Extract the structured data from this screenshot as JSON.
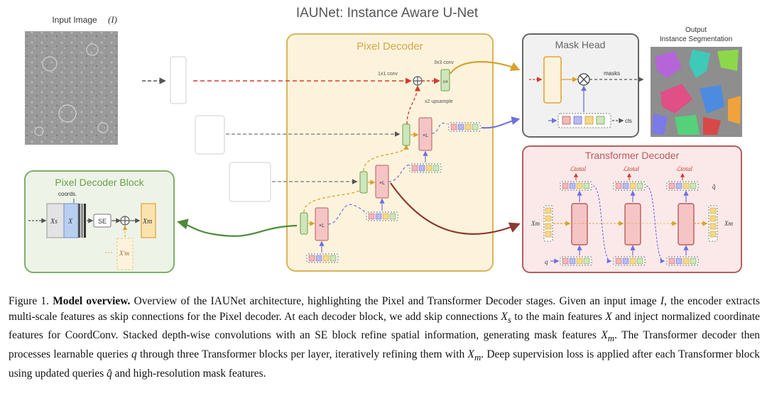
{
  "figure": {
    "title": "IAUNet: Instance Aware U-Net",
    "input_label": "Input Image",
    "input_symbol": "(I)",
    "output_label_line1": "Output",
    "output_label_line2": "Instance Segmentation",
    "pixel_decoder": {
      "title": "Pixel Decoder",
      "conv1x1": "1x1 conv",
      "conv3x3": "3x3 conv",
      "upsample": "x2 upsample",
      "u4": "U4",
      "repeat": "×L"
    },
    "mask_head": {
      "title": "Mask Head",
      "masks_label": "masks",
      "cls_label": "cls"
    },
    "transformer_decoder": {
      "title": "Transformer Decoder",
      "loss_label": "ℒtotal",
      "xm_label": "Xm",
      "q_label": "q",
      "qhat_label": "q̂"
    },
    "pixel_decoder_block": {
      "title": "Pixel Decoder Block",
      "coords_label": "coords.",
      "xs_label": "Xs",
      "x_label": "X",
      "se_label": "SE",
      "xm_label": "Xm",
      "xm_prime_label": "X′m"
    },
    "colors": {
      "pixel_decoder_fill": "#fdf3dc",
      "pixel_decoder_border": "#d9b45a",
      "mask_head_fill": "#f1f1f1",
      "transformer_fill": "#fbe9e9",
      "transformer_border": "#b85c5c",
      "block_fill": "#eef3e8",
      "block_border": "#7fb069",
      "orange_accent": "#e8a33a",
      "red_dashed": "#d93a2f",
      "blue_accent": "#6f6fe0",
      "green_arrow": "#4f8a3a",
      "brown_arrow": "#8a3a30"
    }
  },
  "caption": {
    "figure_number": "Figure 1.",
    "lead": "Model overview.",
    "t1": " Overview of the IAUNet architecture, highlighting the Pixel and Transformer Decoder stages. Given an input image ",
    "m_I": "I",
    "t2": ", the encoder extracts multi-scale features as skip connections for the Pixel decoder. At each decoder block, we add skip connections ",
    "m_Xs": "X",
    "m_Xs_sub": "s",
    "t3": " to the main features ",
    "m_X": "X",
    "t4": " and inject normalized coordinate features for CoordConv. Stacked depth-wise convolutions with an SE block refine spatial information, generating mask features ",
    "m_Xm1": "X",
    "m_Xm1_sub": "m",
    "t5": ". The Transformer decoder then processes learnable queries ",
    "m_q": "q",
    "t6": " through three Transformer blocks per layer, iteratively refining them with ",
    "m_Xm2": "X",
    "m_Xm2_sub": "m",
    "t7": ". Deep supervision loss is applied after each Transformer block using updated queries ",
    "m_qhat": "q̂",
    "t8": " and high-resolution mask features."
  }
}
